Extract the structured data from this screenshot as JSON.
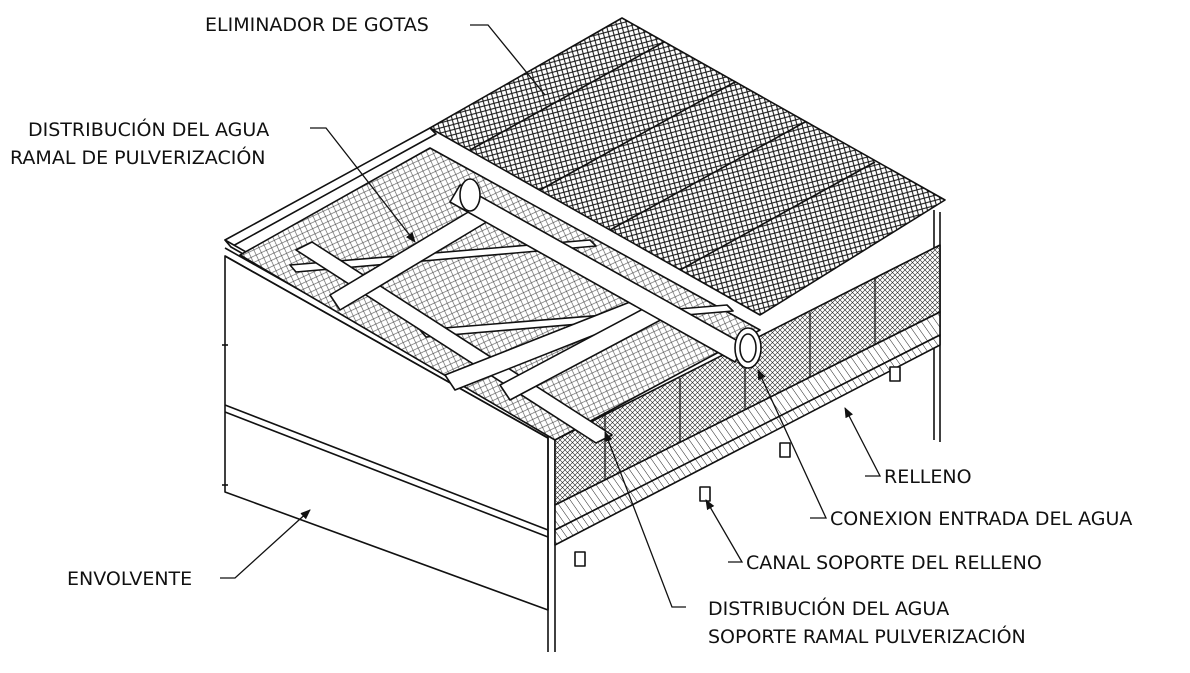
{
  "diagram": {
    "line_color": "#111111",
    "background": "#ffffff",
    "labels": {
      "eliminador": "ELIMINADOR DE GOTAS",
      "dist_ramal_1": "DISTRIBUCIÓN DEL AGUA",
      "dist_ramal_2": "RAMAL DE PULVERIZACIÓN",
      "relleno": "RELLENO",
      "conexion": "CONEXION ENTRADA DEL AGUA",
      "canal": "CANAL SOPORTE DEL RELLENO",
      "envolvente": "ENVOLVENTE",
      "dist_soporte_1": "DISTRIBUCIÓN DEL AGUA",
      "dist_soporte_2": "SOPORTE RAMAL PULVERIZACIÓN"
    }
  }
}
